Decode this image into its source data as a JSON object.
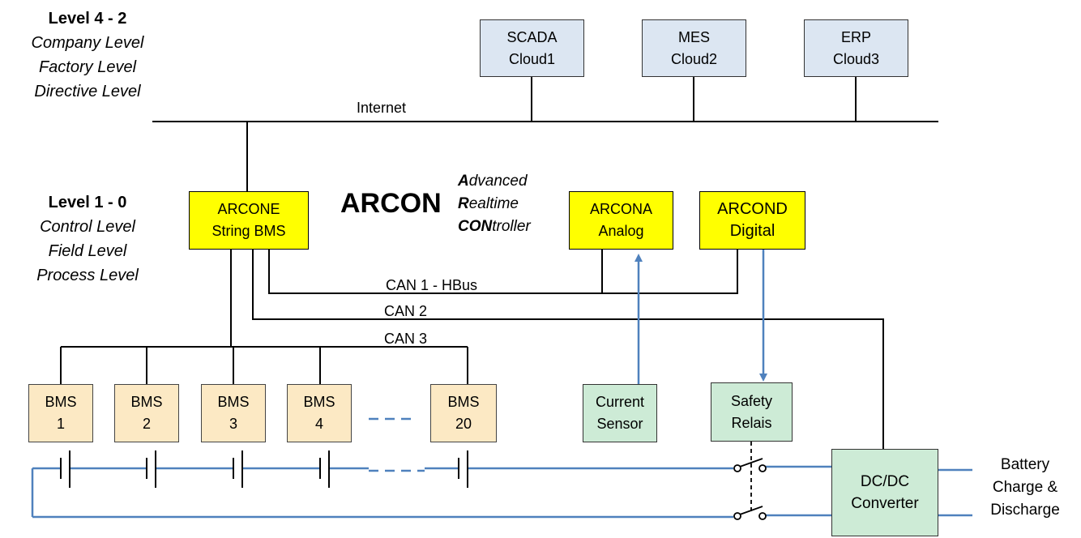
{
  "levels": {
    "upper": {
      "heading": "Level 4 - 2",
      "lines": [
        "Company Level",
        "Factory Level",
        "Directive Level"
      ]
    },
    "lower": {
      "heading": "Level 1 - 0",
      "lines": [
        "Control Level",
        "Field Level",
        "Process Level"
      ]
    }
  },
  "clouds": [
    {
      "line1": "SCADA",
      "line2": "Cloud1"
    },
    {
      "line1": "MES",
      "line2": "Cloud2"
    },
    {
      "line1": "ERP",
      "line2": "Cloud3"
    }
  ],
  "internet_label": "Internet",
  "arcon": {
    "title": "ARCON",
    "subtitle": [
      {
        "bold": "A",
        "rest": "dvanced"
      },
      {
        "bold": "R",
        "rest": "ealtime"
      },
      {
        "bold": "CON",
        "rest": "troller"
      }
    ]
  },
  "arcone": {
    "line1": "ARCONE",
    "line2": "String BMS"
  },
  "arcona": {
    "line1": "ARCONA",
    "line2": "Analog"
  },
  "arcond": {
    "line1": "ARCOND",
    "line2": "Digital"
  },
  "buses": {
    "can1": "CAN 1 - HBus",
    "can2": "CAN 2",
    "can3": "CAN 3"
  },
  "bms_units": [
    {
      "line1": "BMS",
      "line2": "1"
    },
    {
      "line1": "BMS",
      "line2": "2"
    },
    {
      "line1": "BMS",
      "line2": "3"
    },
    {
      "line1": "BMS",
      "line2": "4"
    },
    {
      "line1": "BMS",
      "line2": "20"
    }
  ],
  "current_sensor": {
    "line1": "Current",
    "line2": "Sensor"
  },
  "safety_relais": {
    "line1": "Safety",
    "line2": "Relais"
  },
  "dcdc": {
    "line1": "DC/DC",
    "line2": "Converter"
  },
  "battery": {
    "line1": "Battery",
    "line2": "Charge &",
    "line3": "Discharge"
  },
  "colors": {
    "cloud_fill": "#dce6f2",
    "controller_fill": "#ffff00",
    "bms_fill": "#fce9c4",
    "field_fill": "#cdebd6",
    "power_line": "#4f81bd"
  }
}
